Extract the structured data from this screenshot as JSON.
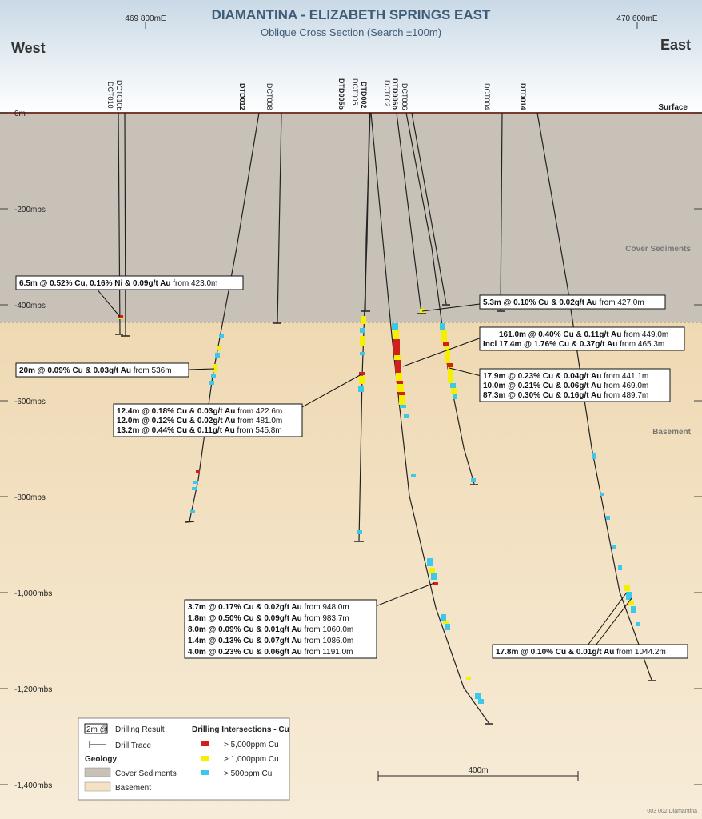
{
  "header": {
    "title": "DIAMANTINA - ELIZABETH SPRINGS EAST",
    "subtitle": "Oblique Cross Section (Search ±100m)",
    "easting_left": "469 800mE",
    "easting_right": "470 600mE",
    "west": "West",
    "east": "East"
  },
  "depth_labels": [
    "0m",
    "-200mbs",
    "-400mbs",
    "-600mbs",
    "-800mbs",
    "-1,000mbs",
    "-1,200mbs",
    "-1,400mbs"
  ],
  "zones": {
    "surface": "Surface",
    "cover": "Cover Sediments",
    "basement": "Basement"
  },
  "holes": [
    "DCT010b",
    "DCT010",
    "DTD012",
    "DCT008",
    "DTD005b",
    "DTD002",
    "DCT005",
    "DTD006b",
    "DCT002",
    "DCT006",
    "DCT004",
    "DTD014"
  ],
  "annotations": {
    "a1": {
      "bold": "6.5m @ 0.52% Cu, 0.16% Ni & 0.09g/t Au",
      "rest": " from 423.0m"
    },
    "a2": {
      "bold": "20m @ 0.09% Cu & 0.03g/t Au",
      "rest": " from 536m"
    },
    "a3": [
      {
        "bold": "12.4m @ 0.18% Cu & 0.03g/t Au",
        "rest": " from 422.6m"
      },
      {
        "bold": "12.0m @ 0.12% Cu & 0.02g/t Au",
        "rest": " from 481.0m"
      },
      {
        "bold": "13.2m @ 0.44% Cu & 0.11g/t Au",
        "rest": " from 545.8m"
      }
    ],
    "a4": {
      "bold": "5.3m @ 0.10% Cu & 0.02g/t Au",
      "rest": " from 427.0m"
    },
    "a5": [
      {
        "bold": "161.0m @ 0.40% Cu & 0.11g/t Au",
        "rest": " from 449.0m"
      },
      {
        "bold": "Incl  17.4m @ 1.76% Cu & 0.37g/t Au",
        "rest": " from 465.3m"
      }
    ],
    "a6": [
      {
        "bold": "17.9m @ 0.23% Cu & 0.04g/t Au",
        "rest": " from 441.1m"
      },
      {
        "bold": "10.0m @ 0.21% Cu & 0.06g/t Au",
        "rest": " from 469.0m"
      },
      {
        "bold": "87.3m @ 0.30% Cu & 0.16g/t Au",
        "rest": " from 489.7m"
      }
    ],
    "a7": [
      {
        "bold": "3.7m @ 0.17% Cu & 0.02g/t Au",
        "rest": " from    948.0m"
      },
      {
        "bold": "1.8m @ 0.50% Cu & 0.09g/t Au",
        "rest": " from    983.7m"
      },
      {
        "bold": "8.0m @ 0.09% Cu & 0.01g/t Au",
        "rest": " from 1060.0m"
      },
      {
        "bold": "1.4m @ 0.13% Cu & 0.07g/t Au",
        "rest": " from 1086.0m"
      },
      {
        "bold": "4.0m @ 0.23% Cu & 0.06g/t Au",
        "rest": " from 1191.0m"
      }
    ],
    "a8": {
      "bold": "17.8m @ 0.10% Cu & 0.01g/t Au",
      "rest": " from 1044.2m"
    }
  },
  "legend": {
    "result_icon": "2m @",
    "drilling_result": "Drilling Result",
    "drill_trace": "Drill Trace",
    "geology": "Geology",
    "cover": "Cover Sediments",
    "basement": "Basement",
    "intersections_title": "Drilling Intersections - Cu",
    "cu_high": "> 5,000ppm Cu",
    "cu_mid": "> 1,000ppm Cu",
    "cu_low": "> 500ppm Cu"
  },
  "colors": {
    "cu_high": "#d0201c",
    "cu_mid": "#f4f000",
    "cu_low": "#3cc8e8",
    "cover": "#c7c1b8",
    "basement": "#f3e2c4",
    "title": "#3f5d78"
  },
  "scale_bar": "400m",
  "credit": "003 002 Diamantina"
}
